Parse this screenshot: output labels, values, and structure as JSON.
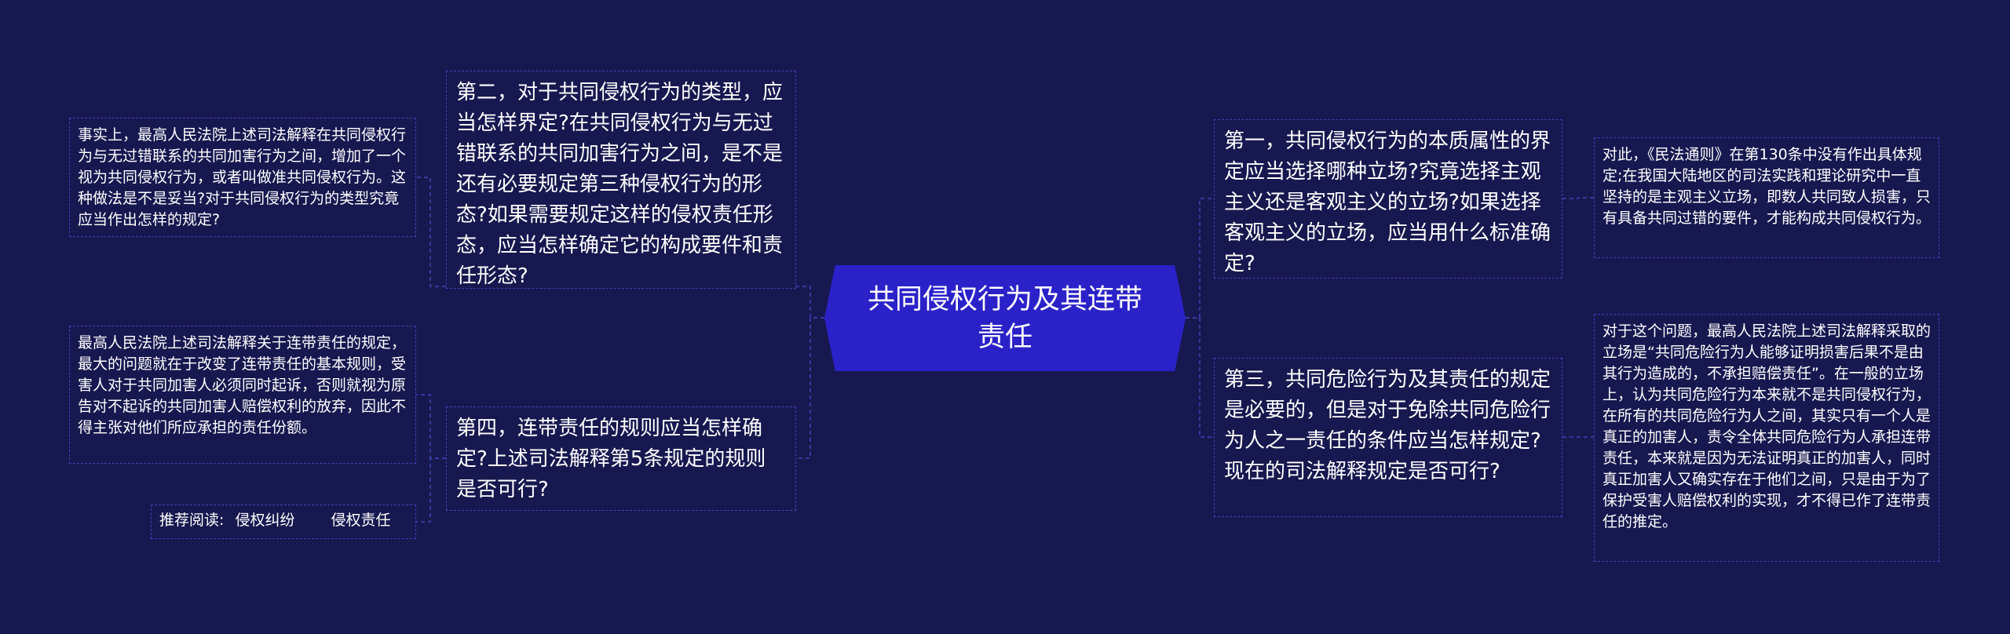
{
  "center": {
    "title": "共同侵权行为及其连带责任"
  },
  "branches": [
    {
      "text": "第二，对于共同侵权行为的类型，应当怎样界定?在共同侵权行为与无过错联系的共同加害行为之间，是不是还有必要规定第三种侵权行为的形态?如果需要规定这样的侵权责任形态，应当怎样确定它的构成要件和责任形态?"
    },
    {
      "text": "第四，连带责任的规则应当怎样确定?上述司法解释第5条规定的规则是否可行?"
    },
    {
      "text": "第一，共同侵权行为的本质属性的界定应当选择哪种立场?究竟选择主观主义还是客观主义的立场?如果选择客观主义的立场，应当用什么标准确定?"
    },
    {
      "text": "第三，共同危险行为及其责任的规定是必要的，但是对于免除共同危险行为人之一责任的条件应当怎样规定?现在的司法解释规定是否可行?"
    }
  ],
  "leaves": [
    {
      "text": "事实上，最高人民法院上述司法解释在共同侵权行为与无过错联系的共同加害行为之间，增加了一个视为共同侵权行为，或者叫做准共同侵权行为。这种做法是不是妥当?对于共同侵权行为的类型究竟应当作出怎样的规定?"
    },
    {
      "text": "最高人民法院上述司法解释关于连带责任的规定，最大的问题就在于改变了连带责任的基本规则，受害人对于共同加害人必须同时起诉，否则就视为原告对不起诉的共同加害人赔偿权利的放弃，因此不得主张对他们所应承担的责任份额。"
    },
    {
      "text": "对此，《民法通则》在第130条中没有作出具体规定;在我国大陆地区的司法实践和理论研究中一直坚持的是主观主义立场，即数人共同致人损害，只有具备共同过错的要件，才能构成共同侵权行为。"
    },
    {
      "text": "对于这个问题，最高人民法院上述司法解释采取的立场是“共同危险行为人能够证明损害后果不是由其行为造成的，不承担赔偿责任”。在一般的立场上，认为共同危险行为本来就不是共同侵权行为，在所有的共同危险行为人之间，其实只有一个人是真正的加害人，责令全体共同危险行为人承担连带责任，本来就是因为无法证明真正的加害人，同时真正加害人又确实存在于他们之间，只是由于为了保护受害人赔偿权利的实现，才不得已作了连带责任的推定。"
    }
  ],
  "recommend": {
    "label": "推荐阅读:",
    "links": [
      "侵权纠纷",
      "侵权责任"
    ]
  },
  "colors": {
    "background": "#181850",
    "center_fill": "#2a22c8",
    "border": "#3a44b8",
    "text": "#ffffff"
  }
}
